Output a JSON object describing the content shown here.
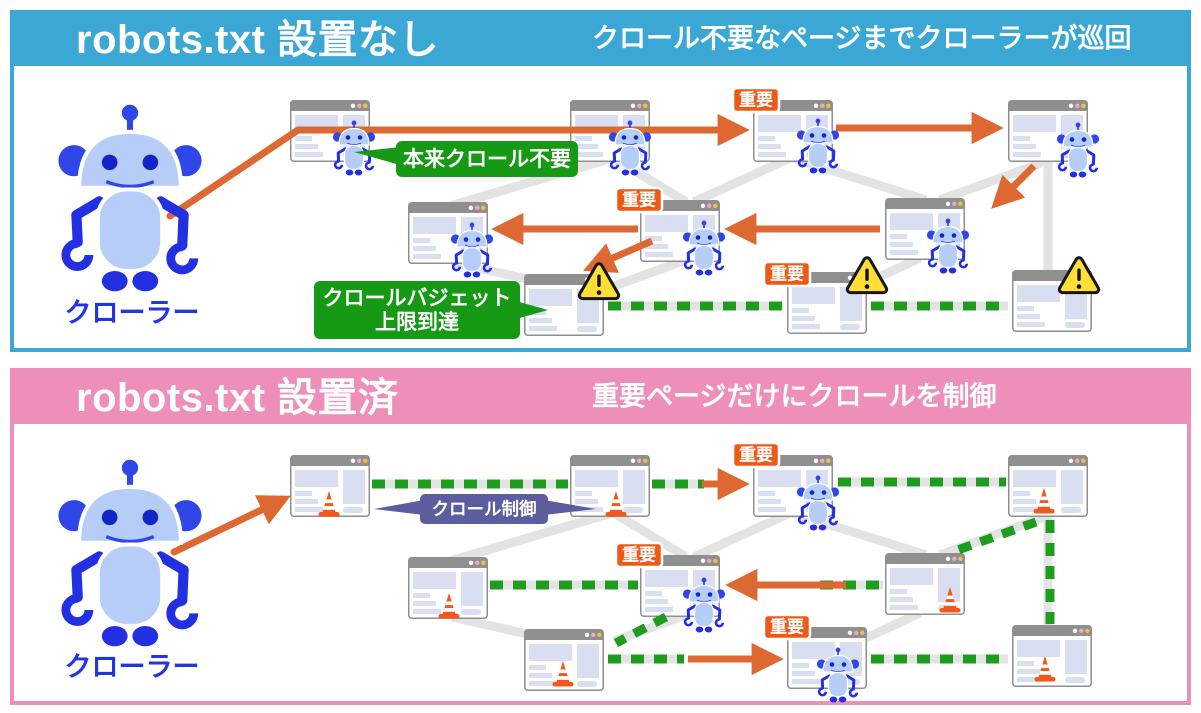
{
  "panel_top": {
    "title": "robots.txt 設置なし",
    "subtitle": "クロール不要なページまでクローラーが巡回",
    "crawler_label": "クローラー",
    "callout_no_crawl_needed": "本来クロール不要",
    "callout_budget_line1": "クロールバジェット",
    "callout_budget_line2": "上限到達"
  },
  "panel_bottom": {
    "title": "robots.txt 設置済",
    "subtitle": "重要ページだけにクロールを制御",
    "crawler_label": "クローラー",
    "callout_crawl_control": "クロール制御"
  },
  "badge_important": "重要",
  "icons": {
    "browser_window": "browser-window-icon",
    "crawler_robot": "crawler-robot-icon",
    "warning": "warning-triangle-icon",
    "traffic_cone": "traffic-cone-icon"
  },
  "colors": {
    "blue_header": "#3aa7d4",
    "pink_header": "#ee8fba",
    "orange_accent": "#dd6831",
    "badge_orange": "#ed5a17",
    "green_accent": "#169a16",
    "green_dash": "#1d9c1d",
    "purple_accent": "#5c5d9e",
    "warning_yellow": "#ffdf36",
    "robot_blue": "#b5cdf7",
    "robot_dark_blue": "#2330e2",
    "link_gray": "#e3e3e3"
  }
}
